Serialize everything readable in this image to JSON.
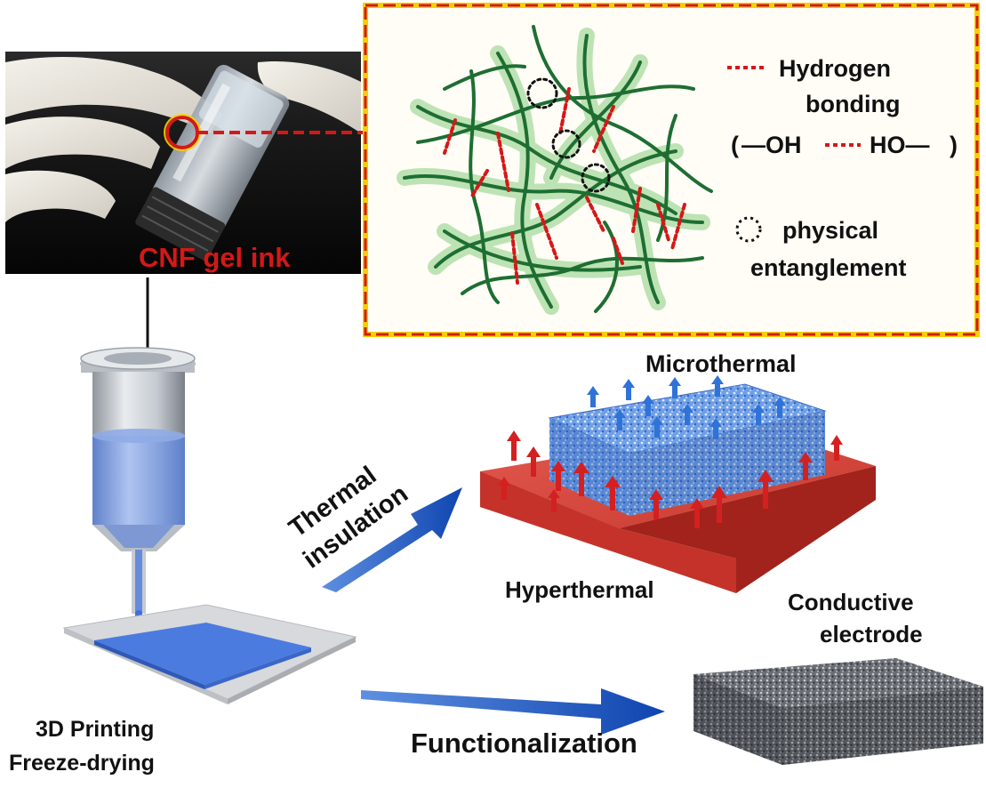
{
  "photo": {
    "caption": "CNF gel ink"
  },
  "inset": {
    "legend_hbond_line1": "Hydrogen",
    "legend_hbond_line2": "bonding",
    "legend_hbond_formula_left": "(",
    "legend_hbond_formula_oh": "—OH",
    "legend_hbond_formula_ho": "HO—",
    "legend_hbond_formula_right": ")",
    "legend_entangle_line1": "physical",
    "legend_entangle_line2": "entanglement"
  },
  "process": {
    "label_line1": "3D Printing",
    "label_line2": "Freeze-drying"
  },
  "thermal": {
    "arrow_label_line1": "Thermal",
    "arrow_label_line2": "insulation",
    "top_label": "Microthermal",
    "bottom_label": "Hyperthermal"
  },
  "electrode": {
    "label_line1": "Conductive",
    "label_line2": "electrode"
  },
  "functionalization": {
    "label": "Functionalization"
  },
  "colors": {
    "inset_border": "#d41818",
    "inset_highlight": "#f5d000",
    "fiber": "#1e6e32",
    "fiber_glow": "#a8dba0",
    "hbond": "#d41818",
    "arrow_blue": "#1f5fc6",
    "heat_red": "#d42020",
    "cold_blue": "#2f73d8",
    "ink_blue": "#4c7be0"
  }
}
